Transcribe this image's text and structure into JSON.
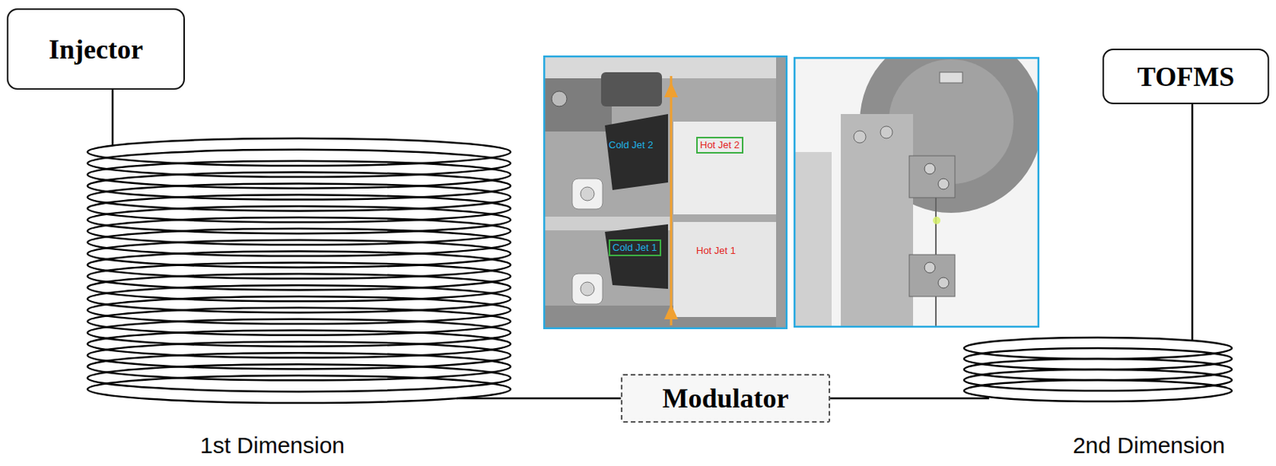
{
  "diagram": {
    "nodes": [
      {
        "text": [
          "Injector"
        ]
      },
      {
        "text": [
          "TOFMS"
        ]
      },
      {
        "text": [
          "Modulator"
        ]
      },
      {
        "text": [
          "Hot Jet 2"
        ]
      },
      {
        "text": [
          "Cold Jet 1"
        ]
      }
    ],
    "edges": [
      {
        "from": 0,
        "to": 2,
        "arrow": "none"
      },
      {
        "from": 2,
        "to": 1,
        "arrow": "none"
      }
    ],
    "labels": [
      "Cold Jet 2",
      "Hot Jet 1",
      "1st Dimension",
      "2nd Dimension"
    ]
  }
}
